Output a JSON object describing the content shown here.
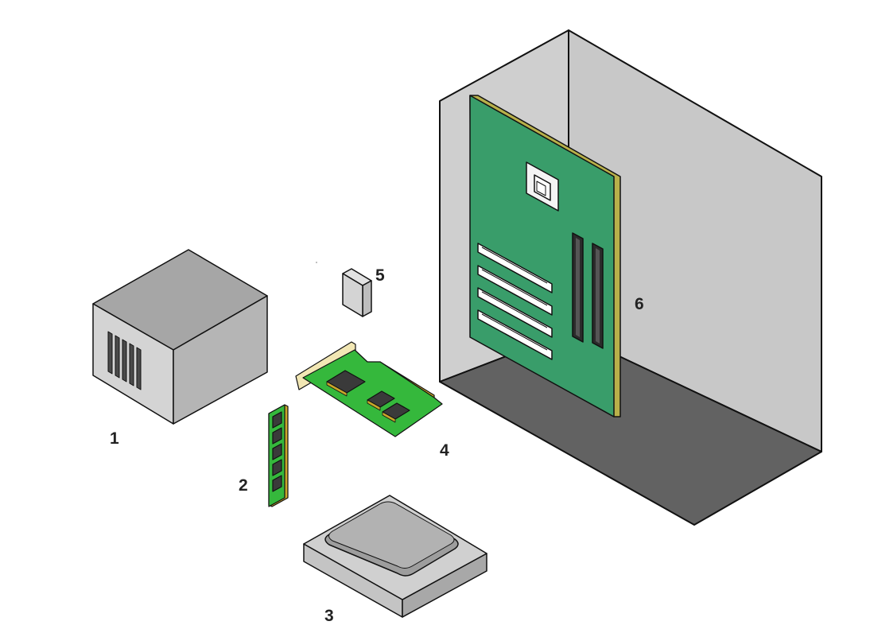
{
  "labels": {
    "power_supply": "1",
    "ram_module": "2",
    "cpu": "3",
    "expansion_card": "4",
    "small_component": "5",
    "case_motherboard": "6"
  },
  "colors": {
    "outline": "#111111",
    "case_back": "#cfcfcf",
    "case_side": "#c8c8c8",
    "case_floor": "#626262",
    "motherboard": "#399d6a",
    "motherboard_edge": "#b8b04a",
    "card_pcb": "#35b83c",
    "chip": "#3a3a3a",
    "bracket": "#f2e7b4",
    "gold": "#d8b02a",
    "psu_top": "#a6a6a6",
    "psu_front": "#d4d4d4",
    "psu_side": "#b5b5b5"
  }
}
